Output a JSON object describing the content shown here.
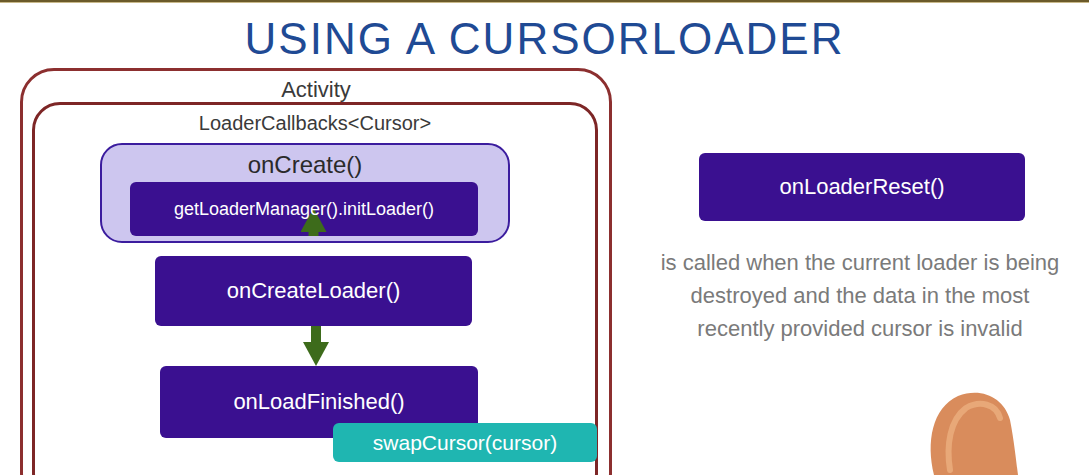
{
  "diagram": {
    "title": "USING A CURSORLOADER",
    "nodes": [
      {
        "text": [
          "Activity"
        ]
      },
      {
        "text": [
          "LoaderCallbacks<Cursor>"
        ],
        "in": 0
      },
      {
        "text": [
          "onCreate()"
        ],
        "in": 1
      },
      {
        "text": [
          "getLoaderManager().initLoader()"
        ],
        "in": 2
      },
      {
        "text": [
          "onCreateLoader()"
        ],
        "in": 1
      },
      {
        "text": [
          "onLoadFinished()"
        ],
        "in": 1
      },
      {
        "text": [
          "swapCursor(cursor)"
        ],
        "in": 1
      },
      {
        "text": [
          "onLoaderReset()"
        ]
      }
    ],
    "edges": [
      {
        "from": 3,
        "to": 4,
        "arrow": "to"
      },
      {
        "from": 4,
        "to": 5,
        "arrow": "to"
      }
    ],
    "labels": [
      "is called when the current loader is being destroyed and the data in the most recently provided cursor is invalid"
    ]
  }
}
